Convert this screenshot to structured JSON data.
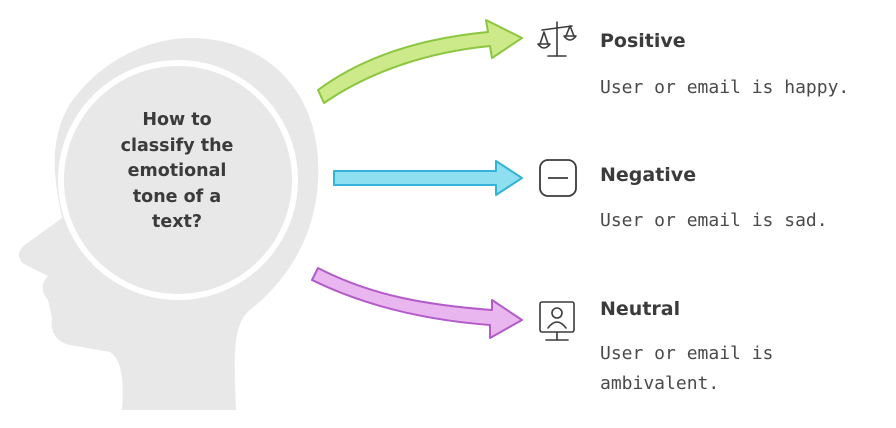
{
  "question": [
    "How to",
    "classify the",
    "emotional",
    "tone of a",
    "text?"
  ],
  "colors": {
    "head": "#e8e8e8",
    "positive_arrow_fill": "#cdea8a",
    "positive_arrow_stroke": "#8cc63f",
    "negative_arrow_fill": "#8ee0f0",
    "negative_arrow_stroke": "#33b3d6",
    "neutral_arrow_fill": "#eab6ef",
    "neutral_arrow_stroke": "#b35bc9",
    "text": "#3b3b3b"
  },
  "categories": [
    {
      "key": "positive",
      "icon": "scale-icon",
      "title": "Positive",
      "description": [
        "User or email is happy."
      ]
    },
    {
      "key": "negative",
      "icon": "minus-box-icon",
      "title": "Negative",
      "description": [
        "User or email is sad."
      ]
    },
    {
      "key": "neutral",
      "icon": "monitor-user-icon",
      "title": "Neutral",
      "description": [
        "User or email is",
        "ambivalent."
      ]
    }
  ]
}
